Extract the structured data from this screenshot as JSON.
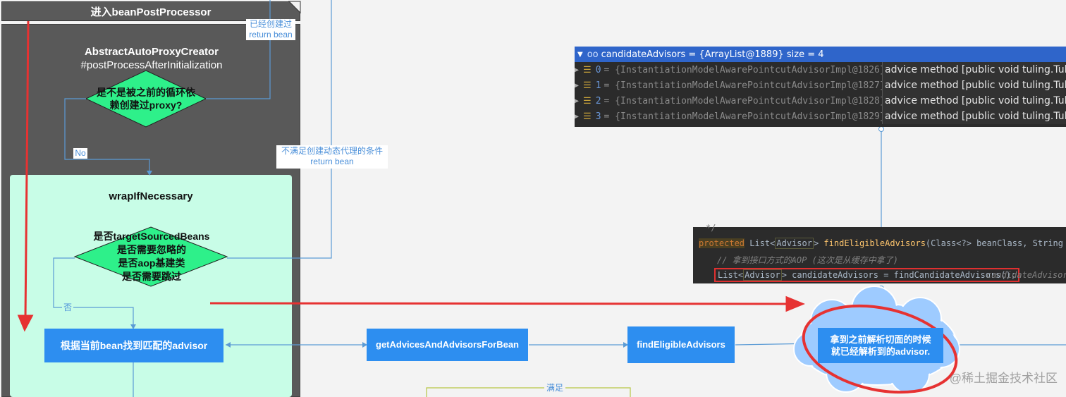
{
  "diagram": {
    "title": "进入beanPostProcessor",
    "auto_proxy_creator": {
      "line1": "AbstractAutoProxyCreator",
      "line2": "#postProcessAfterInitialization"
    },
    "decision_circular": {
      "line1": "是不是被之前的循环依",
      "line2": "赖创建过proxy?"
    },
    "label_already_created": {
      "line1": "已经创建过",
      "line2": "return bean"
    },
    "label_no": "No",
    "label_not_satisfied": {
      "line1": "不满足创建动态代理的条件",
      "line2": "return bean"
    },
    "wrap_title": "wrapIfNecessary",
    "decision_checks": {
      "line1": "是否targetSourcedBeans",
      "line2": "是否需要忽略的",
      "line3": "是否aop基建类",
      "line4": "是否需要跳过"
    },
    "label_no_cn": "否",
    "box_find_advisor": "根据当前bean找到匹配的advisor",
    "box_get_advices": "getAdvicesAndAdvisorsForBean",
    "box_find_eligible": "findEligibleAdvisors",
    "cloud_text": {
      "line1": "拿到之前解析切面的时候",
      "line2": "就已经解析到的advisor."
    },
    "label_satisfied": "满足"
  },
  "debugger": {
    "header": "candidateAdvisors = {ArrayList@1889}  size = 4",
    "rows": [
      {
        "index": "0",
        "value": "= {InstantiationModelAwarePointcutAdvisorImpl@1826}",
        "detail": "advice method [public void tuling.Tuling"
      },
      {
        "index": "1",
        "value": "= {InstantiationModelAwarePointcutAdvisorImpl@1827}",
        "detail": "advice method [public void tuling.Tuling"
      },
      {
        "index": "2",
        "value": "= {InstantiationModelAwarePointcutAdvisorImpl@1828}",
        "detail": "advice method [public void tuling.Tuling"
      },
      {
        "index": "3",
        "value": "= {InstantiationModelAwarePointcutAdvisorImpl@1829}",
        "detail": "advice method [public void tuling.Tuling"
      }
    ]
  },
  "code": {
    "top_fragment": "*/",
    "kw_protected": "protected",
    "sig_a": " List<",
    "sig_type": "Advisor",
    "sig_b": "> ",
    "sig_fn": "findEligibleAdvisors",
    "sig_c": "(Class<?> beanClass, String beanName)",
    "comment": "// 拿到接口方式的AOP (这次是从缓存中拿了)",
    "l3_a": "List<",
    "l3_type": "Advisor",
    "l3_b": "> candidateAdvisors = findCandidateAdvisors();",
    "l3_hint": "candidateAdvisors:"
  },
  "watermark": "@稀土掘金技术社区",
  "colors": {
    "dark_panel": "#595959",
    "green_panel": "#c8fde7",
    "decision_fill": "#2ef08a",
    "blue_box": "#2d8ef0",
    "connector": "#5b9bd5",
    "highlight_red": "#e63232",
    "cloud": "#9ecbff",
    "debug_header": "#2f65ca"
  }
}
